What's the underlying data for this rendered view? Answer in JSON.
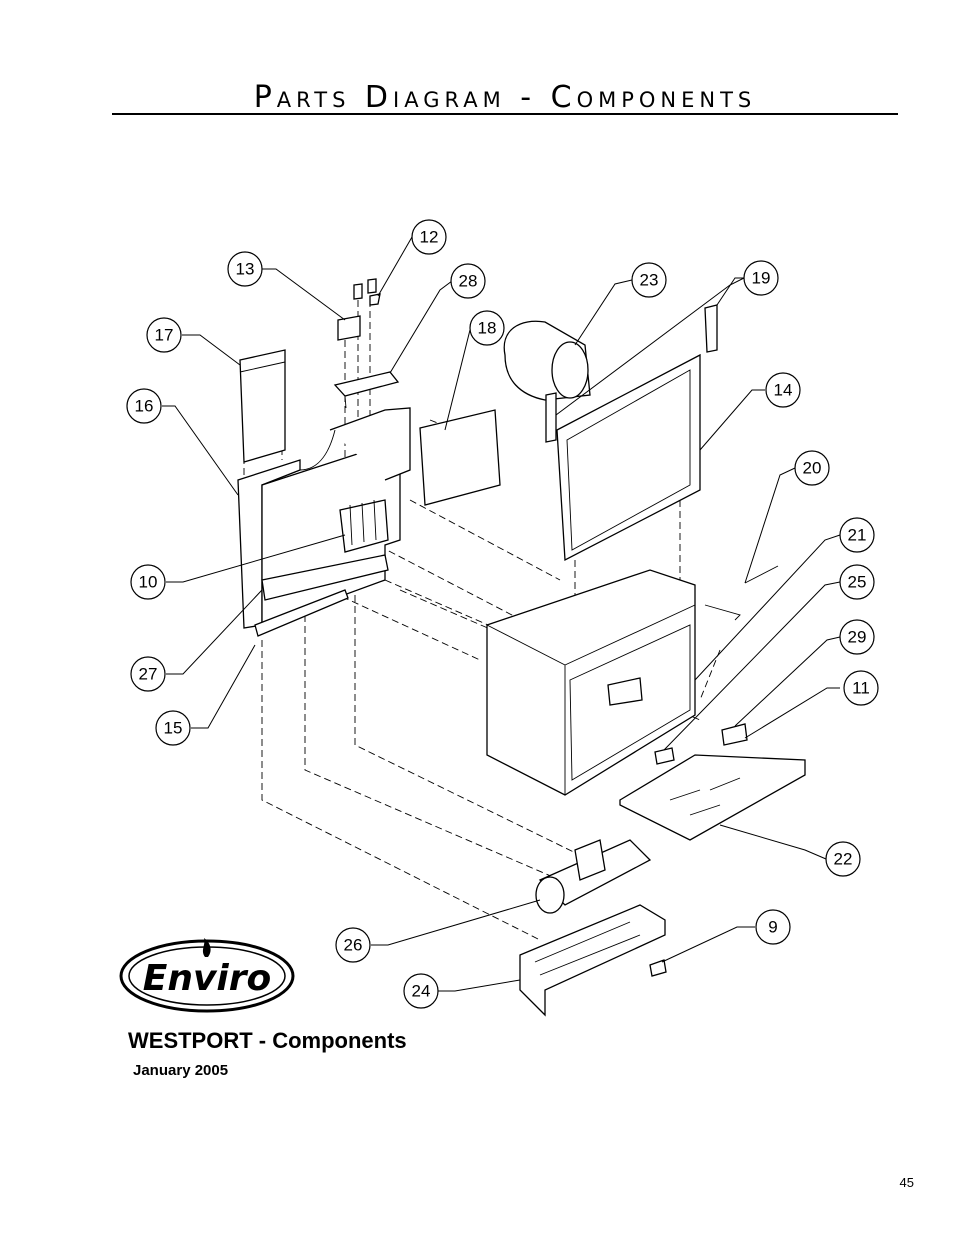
{
  "header": {
    "title": "Parts Diagram - Components"
  },
  "diagram": {
    "callouts": [
      {
        "label": "12"
      },
      {
        "label": "13"
      },
      {
        "label": "28"
      },
      {
        "label": "23"
      },
      {
        "label": "19"
      },
      {
        "label": "17"
      },
      {
        "label": "18"
      },
      {
        "label": "14"
      },
      {
        "label": "16"
      },
      {
        "label": "20"
      },
      {
        "label": "21"
      },
      {
        "label": "25"
      },
      {
        "label": "10"
      },
      {
        "label": "29"
      },
      {
        "label": "11"
      },
      {
        "label": "27"
      },
      {
        "label": "15"
      },
      {
        "label": "22"
      },
      {
        "label": "9"
      },
      {
        "label": "26"
      },
      {
        "label": "24"
      }
    ]
  },
  "logo": {
    "brand": "Enviro"
  },
  "caption": {
    "title": "WESTPORT - Components",
    "date": "January 2005"
  },
  "footer": {
    "page_number": "45"
  }
}
